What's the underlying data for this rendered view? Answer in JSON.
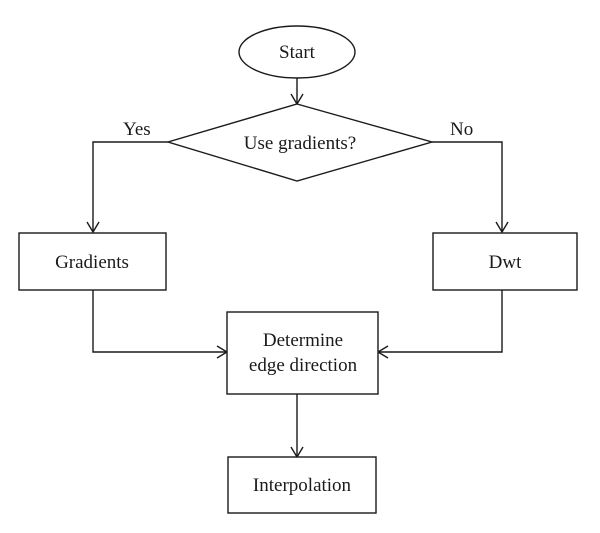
{
  "nodes": {
    "start": "Start",
    "decision": "Use gradients?",
    "gradients": "Gradients",
    "dwt": "Dwt",
    "determine_line1": "Determine",
    "determine_line2": "edge direction",
    "interpolation": "Interpolation"
  },
  "edge_labels": {
    "yes": "Yes",
    "no": "No"
  }
}
